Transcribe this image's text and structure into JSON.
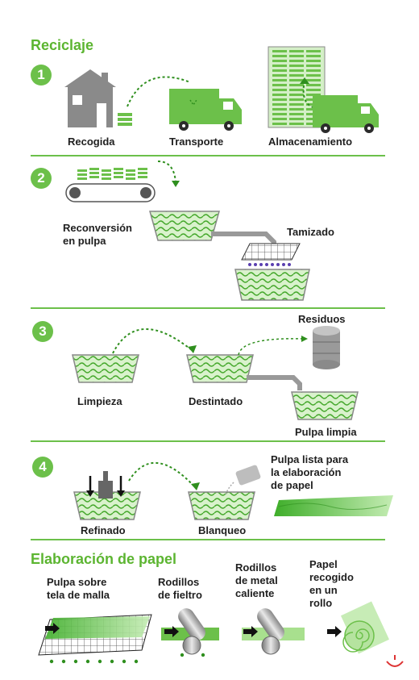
{
  "title": "Reciclaje",
  "steps": [
    {
      "number": "1",
      "labels": {
        "collect": "Recogida",
        "transport": "Transporte",
        "storage": "Almacenamiento"
      }
    },
    {
      "number": "2",
      "labels": {
        "repulp_1": "Reconversión",
        "repulp_2": "en pulpa",
        "screen": "Tamizado"
      }
    },
    {
      "number": "3",
      "labels": {
        "clean": "Limpieza",
        "deink": "Destintado",
        "waste": "Residuos",
        "clean_pulp": "Pulpa limpia"
      }
    },
    {
      "number": "4",
      "labels": {
        "refine": "Refinado",
        "bleach": "Blanqueo",
        "ready_1": "Pulpa lista para",
        "ready_2": "la elaboración",
        "ready_3": "de papel"
      }
    }
  ],
  "papermaking": {
    "title": "Elaboración de papel",
    "wire_1": "Pulpa sobre",
    "wire_2": "tela de malla",
    "felt_1": "Rodillos",
    "felt_2": "de fieltro",
    "hot_1": "Rodillos",
    "hot_2": "de metal",
    "hot_3": "caliente",
    "reel_1": "Papel",
    "reel_2": "recogido",
    "reel_3": "en un",
    "reel_4": "rollo"
  },
  "colors": {
    "accent": "#6cc04a",
    "dark_green": "#2f8f1e",
    "gray": "#8a8a8a"
  }
}
